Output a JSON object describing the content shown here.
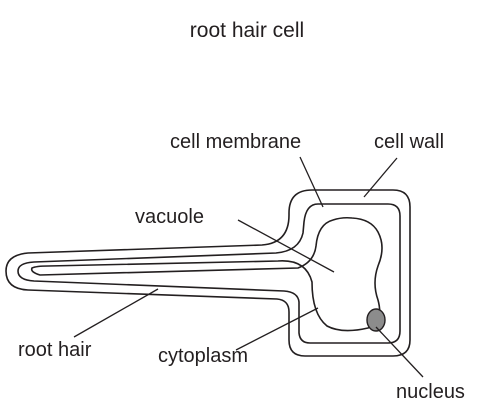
{
  "title": "root hair cell",
  "labels": {
    "cell_membrane": "cell membrane",
    "cell_wall": "cell wall",
    "vacuole": "vacuole",
    "root_hair": "root hair",
    "cytoplasm": "cytoplasm",
    "nucleus": "nucleus"
  },
  "colors": {
    "ink": "#231f20",
    "nucleus_fill": "#8c8c8c",
    "background": "#ffffff"
  }
}
